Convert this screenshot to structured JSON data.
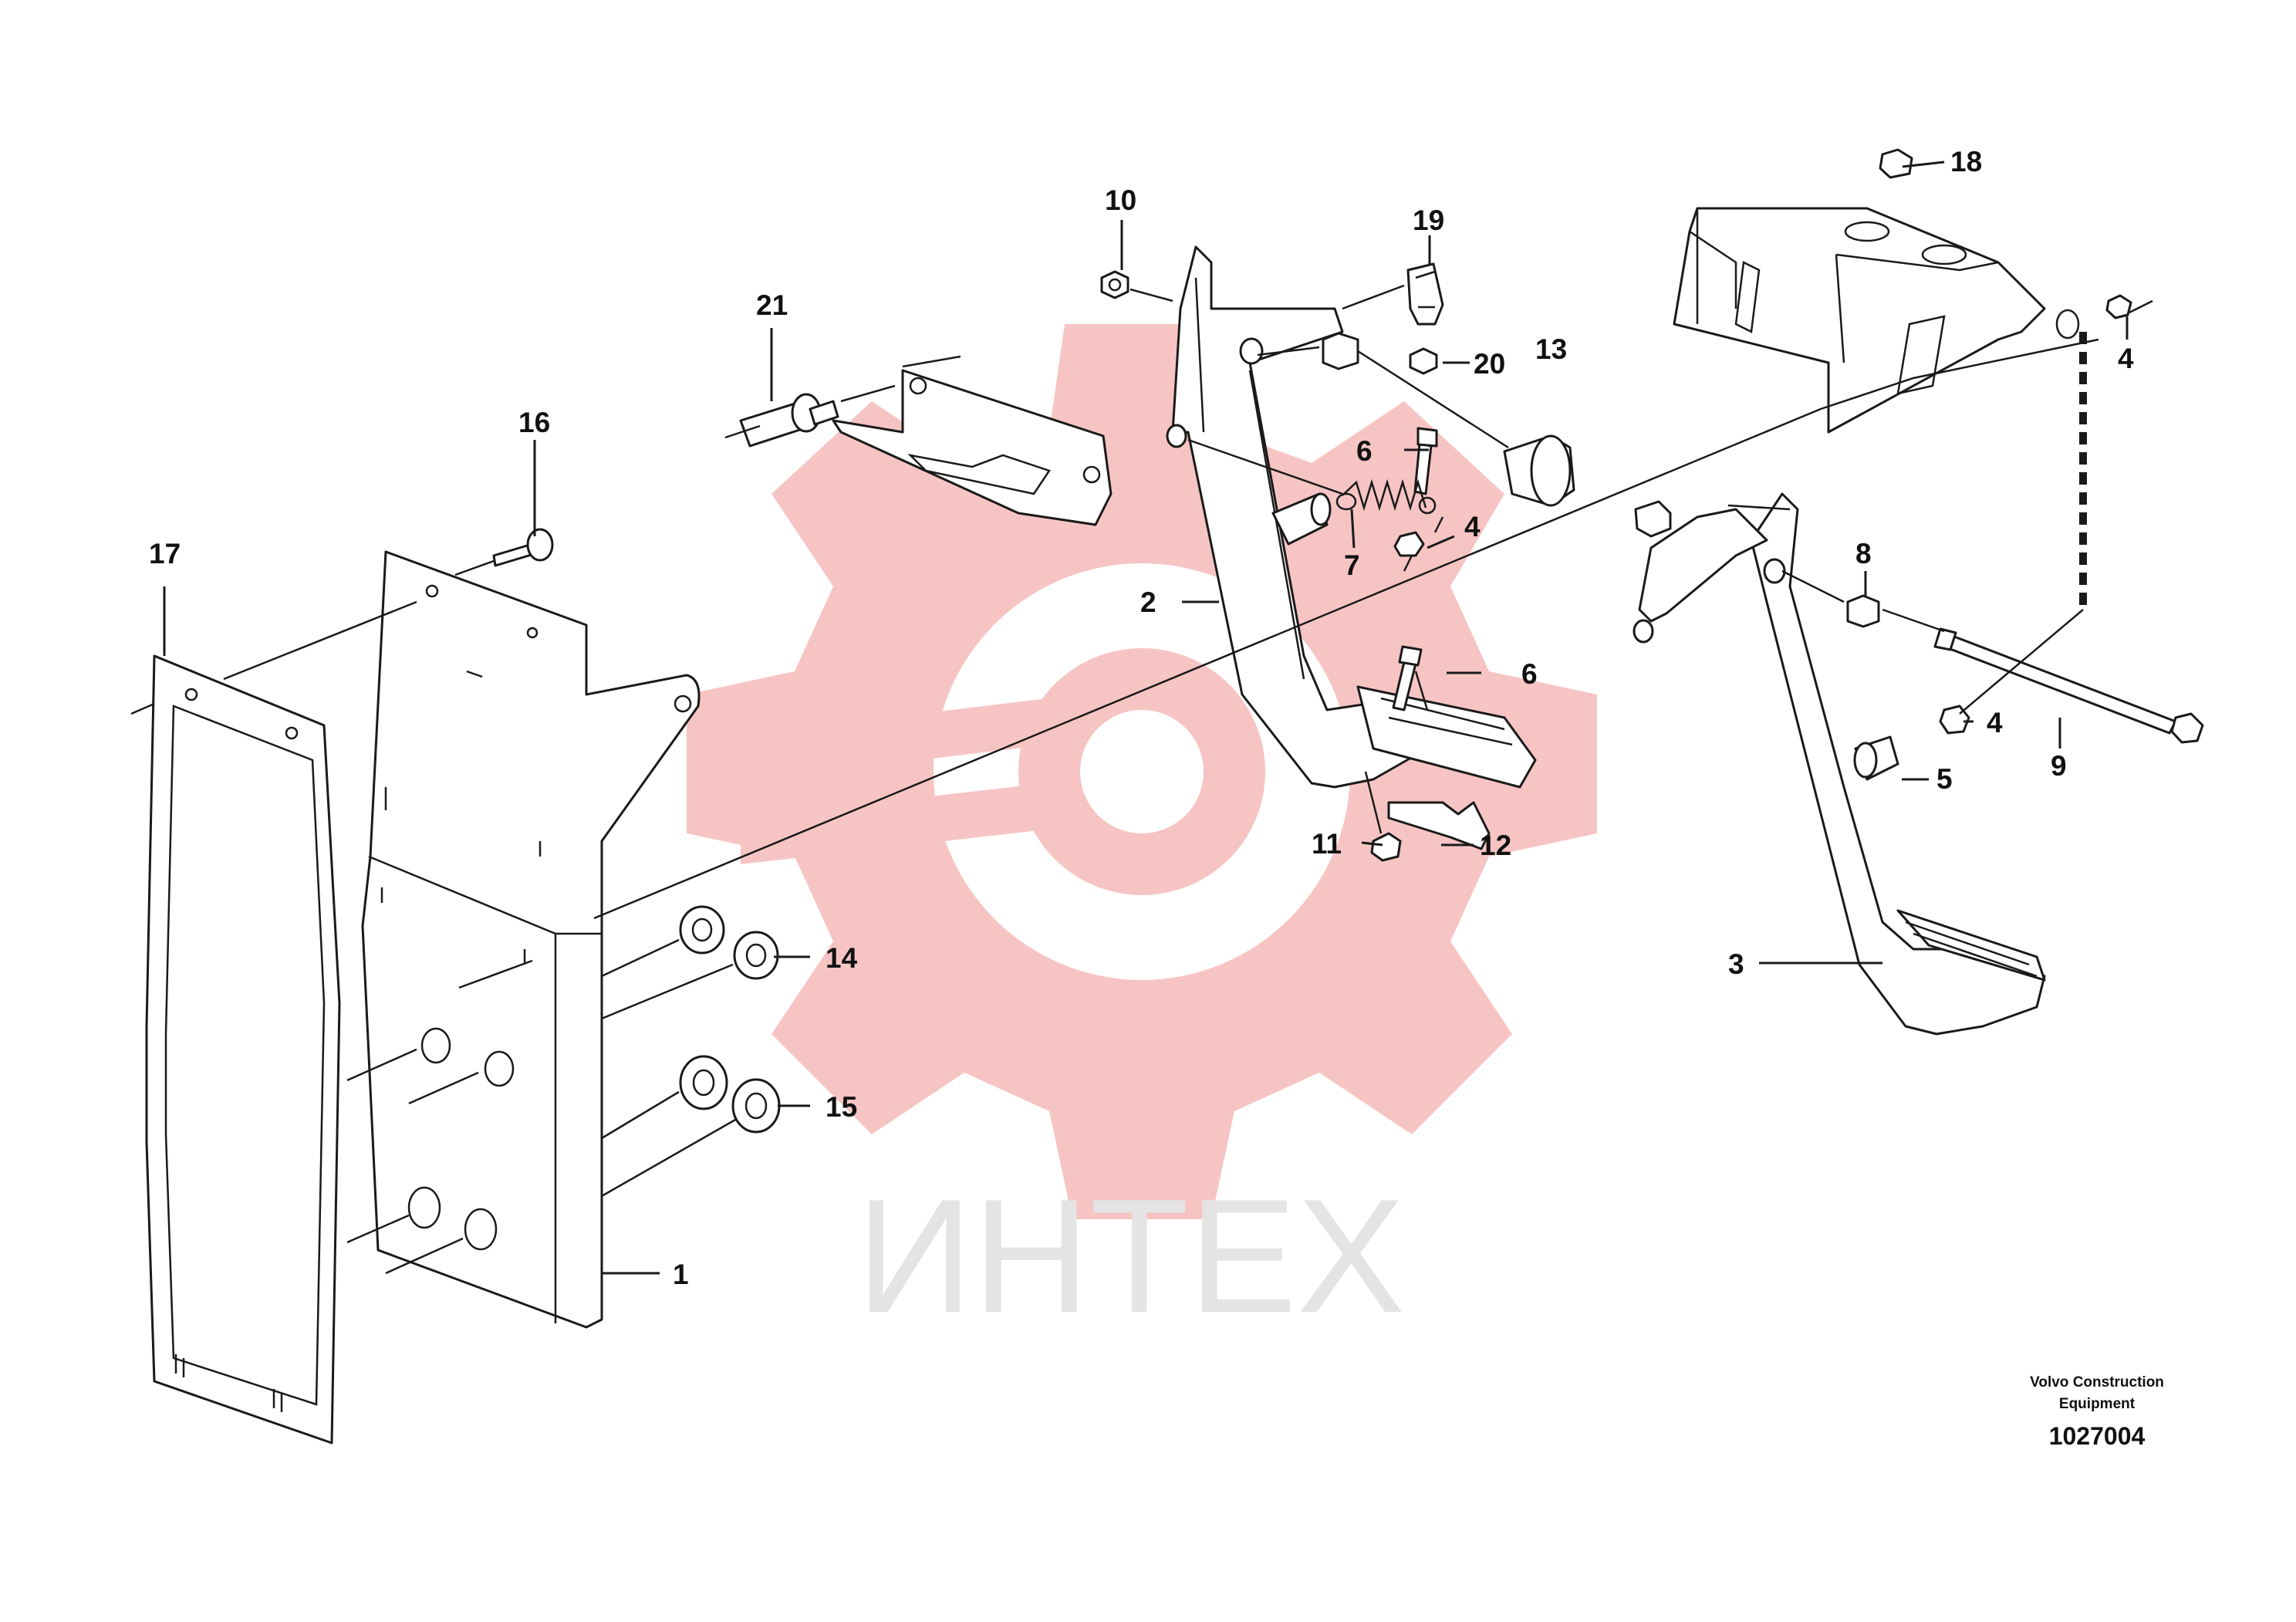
{
  "watermark": {
    "text": "ИНТЕХ",
    "gear_color": "#f7c4c4",
    "text_color": "#e4e4e4"
  },
  "credit": {
    "line1": "Volvo Construction",
    "line2": "Equipment",
    "figure_number": "1027004"
  },
  "callouts": [
    {
      "id": "c1",
      "label": "1"
    },
    {
      "id": "c2",
      "label": "2"
    },
    {
      "id": "c3",
      "label": "3"
    },
    {
      "id": "c4a",
      "label": "4"
    },
    {
      "id": "c4b",
      "label": "4"
    },
    {
      "id": "c4c",
      "label": "4"
    },
    {
      "id": "c5",
      "label": "5"
    },
    {
      "id": "c6a",
      "label": "6"
    },
    {
      "id": "c6b",
      "label": "6"
    },
    {
      "id": "c7",
      "label": "7"
    },
    {
      "id": "c8",
      "label": "8"
    },
    {
      "id": "c9",
      "label": "9"
    },
    {
      "id": "c10",
      "label": "10"
    },
    {
      "id": "c11",
      "label": "11"
    },
    {
      "id": "c12",
      "label": "12"
    },
    {
      "id": "c13",
      "label": "13"
    },
    {
      "id": "c14",
      "label": "14"
    },
    {
      "id": "c15",
      "label": "15"
    },
    {
      "id": "c16",
      "label": "16"
    },
    {
      "id": "c17",
      "label": "17"
    },
    {
      "id": "c18",
      "label": "18"
    },
    {
      "id": "c19",
      "label": "19"
    },
    {
      "id": "c20",
      "label": "20"
    },
    {
      "id": "c21",
      "label": "21"
    }
  ]
}
